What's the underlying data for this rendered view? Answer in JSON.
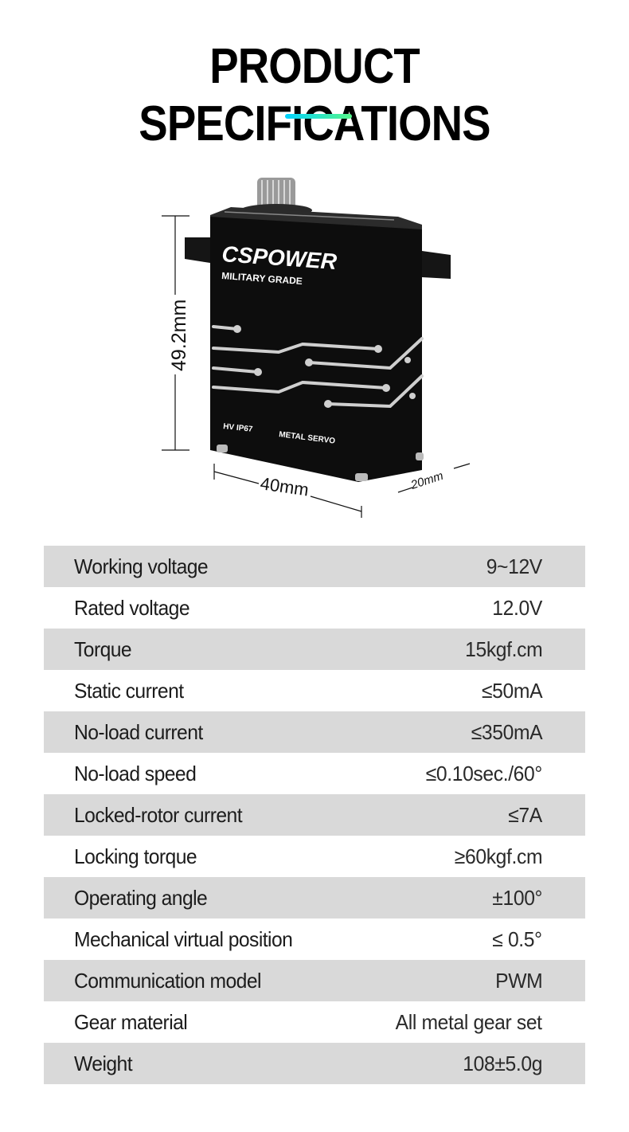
{
  "header": {
    "title": "PRODUCT SPECIFICATIONS",
    "accent_gradient": [
      "#00d2ff",
      "#56f78a"
    ]
  },
  "product_image": {
    "brand": "CSPOWER",
    "tagline": "MILITARY GRADE",
    "badge_left": "HV IP67",
    "badge_right": "METAL SERVO",
    "dimensions": {
      "height": "49.2mm",
      "width": "40mm",
      "depth": "20mm"
    }
  },
  "specs": {
    "shade_color": "#d9d9d9",
    "rows": [
      {
        "label": "Working voltage",
        "value": "9~12V"
      },
      {
        "label": "Rated voltage",
        "value": "12.0V"
      },
      {
        "label": "Torque",
        "value": "15kgf.cm"
      },
      {
        "label": "Static current",
        "value": "≤50mA"
      },
      {
        "label": "No-load current",
        "value": "≤350mA"
      },
      {
        "label": "No-load speed",
        "value": "≤0.10sec./60°"
      },
      {
        "label": "Locked-rotor current",
        "value": "≤7A"
      },
      {
        "label": "Locking torque",
        "value": "≥60kgf.cm"
      },
      {
        "label": "Operating angle",
        "value": "±100°"
      },
      {
        "label": "Mechanical virtual position",
        "value": "≤ 0.5°"
      },
      {
        "label": "Communication model",
        "value": "PWM"
      },
      {
        "label": "Gear material",
        "value": "All metal gear set"
      },
      {
        "label": "Weight",
        "value": "108±5.0g"
      }
    ]
  }
}
